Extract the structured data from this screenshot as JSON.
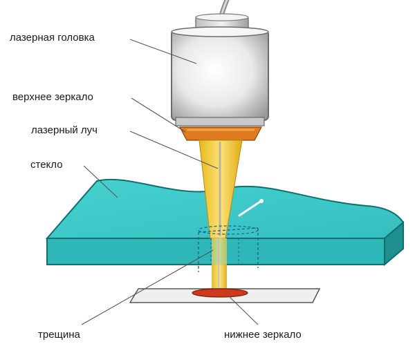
{
  "labels": {
    "laser_head": "лазерная головка",
    "upper_mirror": "верхнее зеркало",
    "laser_beam": "лазерный луч",
    "glass": "стекло",
    "crack": "трещина",
    "lower_mirror": "нижнее зеркало"
  },
  "colors": {
    "glass_top": "#3fc9c9",
    "glass_front": "#2fb6b6",
    "glass_side": "#1f8f8f",
    "beam": "#f2cc2a",
    "mirror": "#e07a1e",
    "lower_mirror": "#d0381c",
    "head": "#e8e8e8",
    "plate": "#efefef",
    "leader": "#555555"
  }
}
